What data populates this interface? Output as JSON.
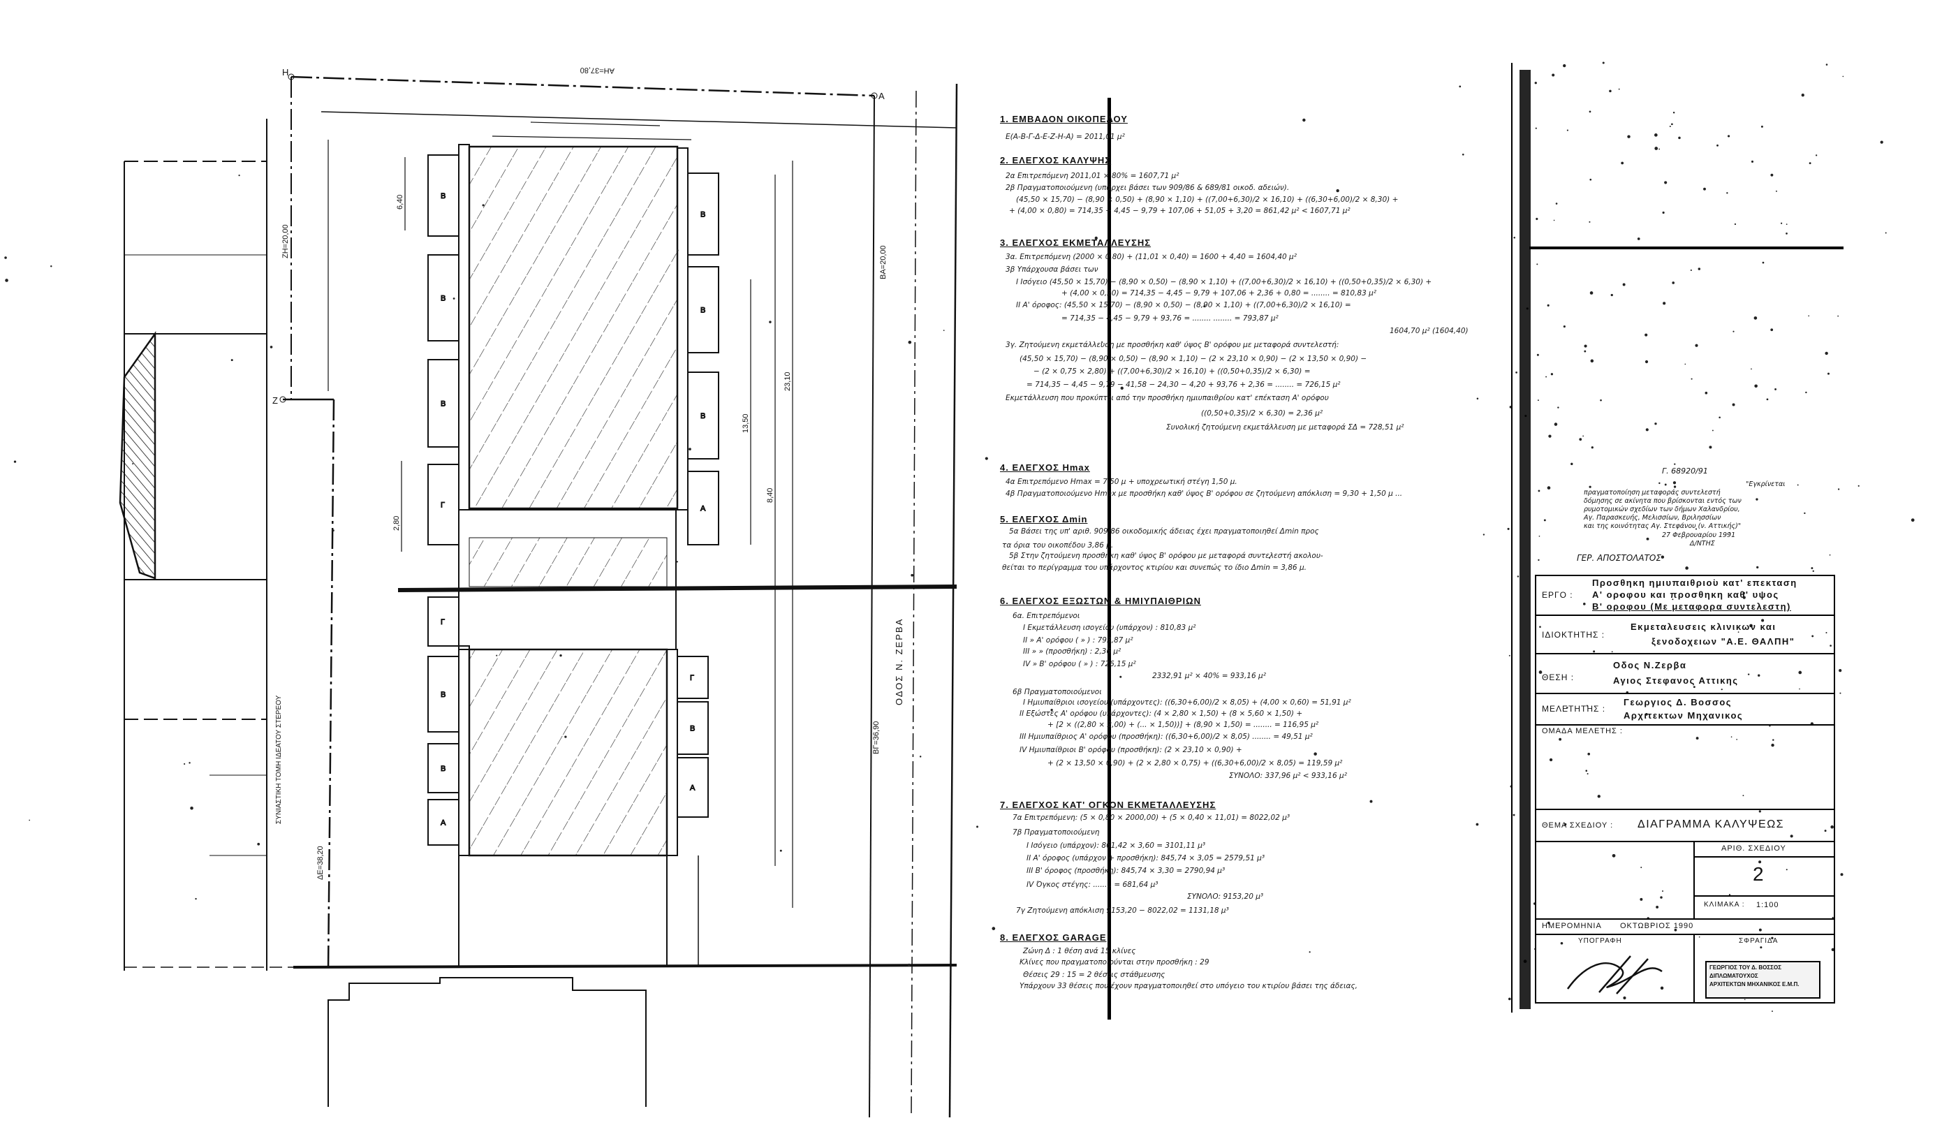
{
  "plan": {
    "boundary_AH": "ΑΗ=37,80",
    "boundary_ZH": "ΖΗ=20,00",
    "boundary_DE": "ΔΕ=38,20",
    "boundary_BA": "ΒΑ=20,00",
    "boundary_BG": "ΒΓ=36,90",
    "street_name": "ΟΔΟΣ Ν. ΖΕΡΒΑ",
    "section_note": "ΣΥΝΙΑΣΤΙΚΗ ΤΟΜΗ ΙΔΕΑΤΟΥ ΣΤΕΡΕΟΥ",
    "point_Z": "Ζ",
    "point_H": "Η",
    "point_A": "Α",
    "balconies_left": [
      "Β",
      "Β",
      "Β",
      "Γ",
      "Γ",
      "Β",
      "Β",
      "Α"
    ],
    "balconies_right": [
      "Β",
      "Β",
      "Β",
      "Α",
      "Γ",
      "Β",
      "Α"
    ],
    "dims": [
      "6,40",
      "8,40",
      "2,80",
      "23,10",
      "13,50"
    ]
  },
  "calc": {
    "sections": [
      {
        "heading": "1. ΕΜΒΑΔΟΝ ΟΙΚΟΠΕΔΟΥ",
        "lines": [
          "Ε(Α-Β-Γ-Δ-Ε-Ζ-Η-Α) = 2011,01 μ²"
        ]
      },
      {
        "heading": "2. ΕΛΕΓΧΟΣ ΚΑΛΥΨΗΣ",
        "lines": [
          "2α  Επιτρεπόμενη  2011,01 × 80% = 1607,71 μ²",
          "2β  Πραγματοποιούμενη (υπάρχει βάσει των 909/86 & 689/81 οικοδ. αδειών).",
          "(45,50 × 15,70) − (8,90 × 0,50) + (8,90 × 1,10) + ((7,00+6,30)/2 × 16,10) + ((6,30+6,00)/2 × 8,30) +",
          "+ (4,00 × 0,80) = 714,35 − 4,45 − 9,79 + 107,06 + 51,05 + 3,20 = 861,42 μ² < 1607,71 μ²"
        ]
      },
      {
        "heading": "3. ΕΛΕΓΧΟΣ ΕΚΜΕΤΑΛΛΕΥΣΗΣ",
        "lines": [
          "3α.  Επιτρεπόμενη  (2000 × 0,80) + (11,01 × 0,40) = 1600 + 4,40 = 1604,40 μ²",
          "3β  Υπάρχουσα βάσει των",
          "Ι  Ισόγειο  (45,50 × 15,70) − (8,90 × 0,50) − (8,90 × 1,10) + ((7,00+6,30)/2 × 16,10) + ((0,50+0,35)/2 × 6,30) +",
          "+ (4,00 × 0,20) = 714,35 − 4,45 − 9,79 + 107,06 + 2,36 + 0,80 = ........ = 810,83 μ²",
          "ΙΙ  Α' όροφος: (45,50 × 15,70) − (8,90 × 0,50) − (8,90 × 1,10) + ((7,00+6,30)/2 × 16,10) =",
          "= 714,35 − 4,45 − 9,79 + 93,76 = ........                ........ = 793,87 μ²",
          "1604,70 μ² (1604,40)",
          "3γ.  Ζητούμενη εκμετάλλευση με προσθήκη καθ' ύψος Β' ορόφου με μεταφορά συντελεστή:",
          "(45,50 × 15,70) − (8,90 × 0,50) − (8,90 × 1,10) − (2 × 23,10 × 0,90) − (2 × 13,50 × 0,90) −",
          "− (2 × 0,75 × 2,80) + ((7,00+6,30)/2 × 16,10) + ((0,50+0,35)/2 × 6,30) =",
          "= 714,35 − 4,45 − 9,79 − 41,58 − 24,30 − 4,20 + 93,76 + 2,36 = ........ = 726,15 μ²",
          "Εκμετάλλευση που προκύπτει από την προσθήκη ημιυπαιθρίου κατ' επέκταση Α' ορόφου",
          "((0,50+0,35)/2 × 6,30)   = 2,36 μ²",
          "Συνολική ζητούμενη εκμετάλλευση με μεταφορά ΣΔ  = 728,51 μ²"
        ]
      },
      {
        "heading": "4. ΕΛΕΓΧΟΣ Hmax",
        "lines": [
          "4α  Επιτρεπόμενο Hmax = 7,50 μ + υποχρεωτική στέγη 1,50 μ.",
          "4β  Πραγματοποιούμενο Hmax με προσθήκη καθ' ύψος Β' ορόφου σε ζητούμενη απόκλιση = 9,30 + 1,50 μ ..."
        ]
      },
      {
        "heading": "5. ΕΛΕΓΧΟΣ Δmin",
        "lines": [
          "5α  Βάσει της υπ' αριθ. 909/86 οικοδομικής άδειας έχει πραγματοποιηθεί Δmin προς",
          "τα όρια του οικοπέδου 3,86 μ.",
          "5β  Στην ζητούμενη προσθήκη καθ' ύψος Β' ορόφου με μεταφορά συντελεστή ακολου-",
          "θείται το περίγραμμα του υπάρχοντος κτιρίου και συνεπώς το ίδιο Δmin = 3,86 μ."
        ]
      },
      {
        "heading": "6. ΕΛΕΓΧΟΣ ΕΞΩΣΤΩΝ & ΗΜΙΥΠΑΙΘΡΙΩΝ",
        "lines": [
          "6α.  Επιτρεπόμενοι",
          "Ι  Εκμετάλλευση ισογείου (υπάρχον) :  810,83 μ²",
          "ΙΙ      »      Α' ορόφου  (   »   ) :  793,87 μ²",
          "ΙΙΙ     »          »      (προσθήκη) :    2,36 μ²",
          "ΙV      »      Β' ορόφου  (   »   ) :  726,15 μ²",
          "2332,91 μ² × 40% = 933,16 μ²",
          "6β  Πραγματοποιούμενοι",
          "Ι  Ημιυπαίθριοι ισογείου (υπάρχοντες): ((6,30+6,00)/2 × 8,05) + (4,00 × 0,60) = 51,91 μ²",
          "ΙΙ  Εξώστες Α' ορόφου (υπάρχοντες): (4 × 2,80 × 1,50) + (8 × 5,60 × 1,50) +",
          "+ [2 × ((2,80 × 2,00) + (... × 1,50))] + (8,90 × 1,50) = ........ = 116,95 μ²",
          "ΙΙΙ  Ημιυπαίθριος Α' ορόφου (προσθήκη): ((6,30+6,00)/2 × 8,05) ........ = 49,51 μ²",
          "ΙV  Ημιυπαίθριοι Β' ορόφου (προσθήκη): (2 × 23,10 × 0,90) +",
          "+ (2 × 13,50 × 0,90) + (2 × 2,80 × 0,75) + ((6,30+6,00)/2 × 8,05)  = 119,59 μ²",
          "ΣΥΝΟΛΟ: 337,96 μ² < 933,16 μ²"
        ]
      },
      {
        "heading": "7. ΕΛΕΓΧΟΣ ΚΑΤ' ΟΓΚΟΝ ΕΚΜΕΤΑΛΛΕΥΣΗΣ",
        "lines": [
          "7α  Επιτρεπόμενη: (5 × 0,80 × 2000,00) + (5 × 0,40 × 11,01) = 8022,02 μ³",
          "7β  Πραγματοποιούμενη",
          "Ι  Ισόγειο (υπάρχον):  861,42 × 3,60          = 3101,11 μ³",
          "ΙΙ  Α' όροφος (υπάρχον + προσθήκη): 845,74 × 3,05  = 2579,51 μ³",
          "ΙΙΙ  Β' όροφος (προσθήκη):  845,74 × 3,30      = 2790,94 μ³",
          "ΙV  Όγκος στέγης: ........                     = 681,64 μ³",
          "ΣΥΝΟΛΟ: 9153,20 μ³",
          "7γ  Ζητούμενη απόκλιση   9153,20 − 8022,02 = 1131,18 μ³"
        ]
      },
      {
        "heading": "8. ΕΛΕΓΧΟΣ GARAGE",
        "lines": [
          "Ζώνη Δ : 1 θέση ανά 15 κλίνες",
          "Κλίνες που πραγματοποιούνται στην προσθήκη : 29",
          "Θέσεις  29 : 15 = 2 θέσεις στάθμευσης",
          "Υπάρχουν 33 θέσεις που έχουν πραγματοποιηθεί στο υπόγειο του κτιρίου βάσει της      άδειας,"
        ]
      }
    ]
  },
  "approval_note": {
    "ref": "Γ. 68920/91",
    "lines": [
      "\"Εγκρίνεται",
      "πραγματοποίηση μεταφοράς συντελεστή",
      "δόμησης σε ακίνητα που βρίσκονται εντός των",
      "ρυμοτομικών σχεδίων των δήμων Χαλανδρίου,",
      "Αγ. Παρασκευής, Μελισσίων, Βριλησσίων",
      "και της κοινότητας Αγ. Στεφάνου (ν. Αττικής)\"",
      "27 Φεβρουαρίου 1991",
      "Δ/ΝΤΗΣ"
    ],
    "signatory": "ΓΕΡ. ΑΠΟΣΤΟΛΑΤΟΣ"
  },
  "title_block": {
    "project_label": "ΕΡΓΟ :",
    "project_lines": [
      "Προσθηκη ημιυπαιθριου κατ' επεκταση",
      "Α' οροφου και προσθηκη καθ' υψος",
      "Β' οροφου (Με μεταφορα συντελεστη)"
    ],
    "owner_label": "ΙΔΙΟΚΤΗΤΗΣ :",
    "owner_lines": [
      "Εκμεταλευσεις κλινικων και",
      "ξενοδοχειων \"Α.Ε. ΘΑΛΠΗ\""
    ],
    "location_label": "ΘΕΣΗ :",
    "location_lines": [
      "Οδος Ν.Ζερβα",
      "Αγιος Στεφανος Αττικης"
    ],
    "designer_label": "ΜΕΛΕΤΗΤΗΣ :",
    "designer_lines": [
      "Γεωργιος Δ. Βοσσος",
      "Αρχιτεκτων Μηχανικος"
    ],
    "team_label": "ΟΜΑΔΑ ΜΕΛΕΤΗΣ :",
    "subject_label": "ΘΕΜΑ ΣΧΕΔΙΟΥ :",
    "subject": "ΔΙΑΓΡΑΜΜΑ ΚΑΛΥΨΕΩΣ",
    "drawing_no_label": "ΑΡΙΘ. ΣΧΕΔΙΟΥ",
    "drawing_no": "2",
    "scale_label": "ΚΛΙΜΑΚΑ :",
    "scale": "1:100",
    "date_label": "ΗΜΕΡΟΜΗΝΙΑ",
    "date": "ΟΚΤΩΒΡΙΟΣ 1990",
    "signature_label": "ΥΠΟΓΡΑΦΗ",
    "seal_label": "ΣΦΡΑΓΙΔΑ",
    "seal_lines": [
      "ΓΕΩΡΓΙΟΣ ΤΟΥ Δ. ΒΟΣΣΟΣ",
      "ΔΙΠΛΩΜΑΤΟΥΧΟΣ",
      "ΑΡΧΙΤΕΚΤΩΝ ΜΗΧΑΝΙΚΟΣ Ε.Μ.Π."
    ]
  },
  "colors": {
    "ink": "#111111",
    "paper": "#ffffff"
  }
}
